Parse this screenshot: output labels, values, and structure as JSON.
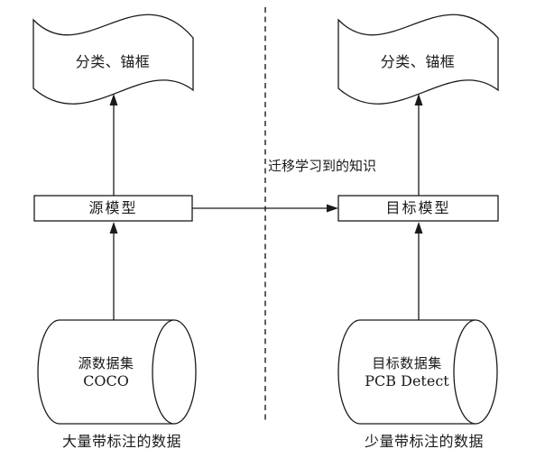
{
  "diagram": {
    "transfer_label": "迁移学习到的知识",
    "left": {
      "output": "分类、锚框",
      "model": "源模型",
      "dataset_name": "源数据集",
      "dataset_detail": "COCO",
      "caption": "大量带标注的数据"
    },
    "right": {
      "output": "分类、锚框",
      "model": "目标模型",
      "dataset_name": "目标数据集",
      "dataset_detail": "PCB Detect",
      "caption": "少量带标注的数据"
    },
    "colors": {
      "line": "#1a1a1a",
      "background": "#ffffff",
      "text": "#1a1a1a"
    }
  }
}
